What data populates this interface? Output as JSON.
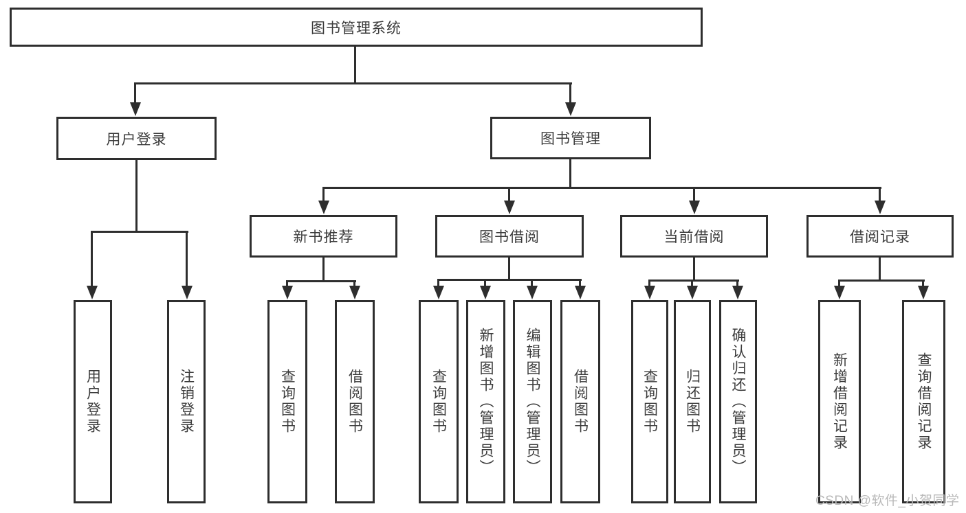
{
  "tree": {
    "root": {
      "label": "图书管理系统"
    },
    "user_login": {
      "label": "用户登录",
      "children": [
        {
          "label": "用户登录"
        },
        {
          "label": "注销登录"
        }
      ]
    },
    "book_management": {
      "label": "图书管理",
      "groups": [
        {
          "label": "新书推荐",
          "children": [
            {
              "label": "查询图书"
            },
            {
              "label": "借阅图书"
            }
          ]
        },
        {
          "label": "图书借阅",
          "children": [
            {
              "label": "查询图书"
            },
            {
              "label": "新增图书（管理员）"
            },
            {
              "label": "编辑图书（管理员）"
            },
            {
              "label": "借阅图书"
            }
          ]
        },
        {
          "label": "当前借阅",
          "children": [
            {
              "label": "查询图书"
            },
            {
              "label": "归还图书"
            },
            {
              "label": "确认归还（管理员）"
            }
          ]
        },
        {
          "label": "借阅记录",
          "children": [
            {
              "label": "新增借阅记录"
            },
            {
              "label": "查询借阅记录"
            }
          ]
        }
      ]
    }
  },
  "watermark": "CSDN @软件_小贺同学",
  "colors": {
    "line": "#2e2e2e",
    "text": "#3c3c3c",
    "background": "#ffffff",
    "watermark": "#b9b9b9"
  }
}
